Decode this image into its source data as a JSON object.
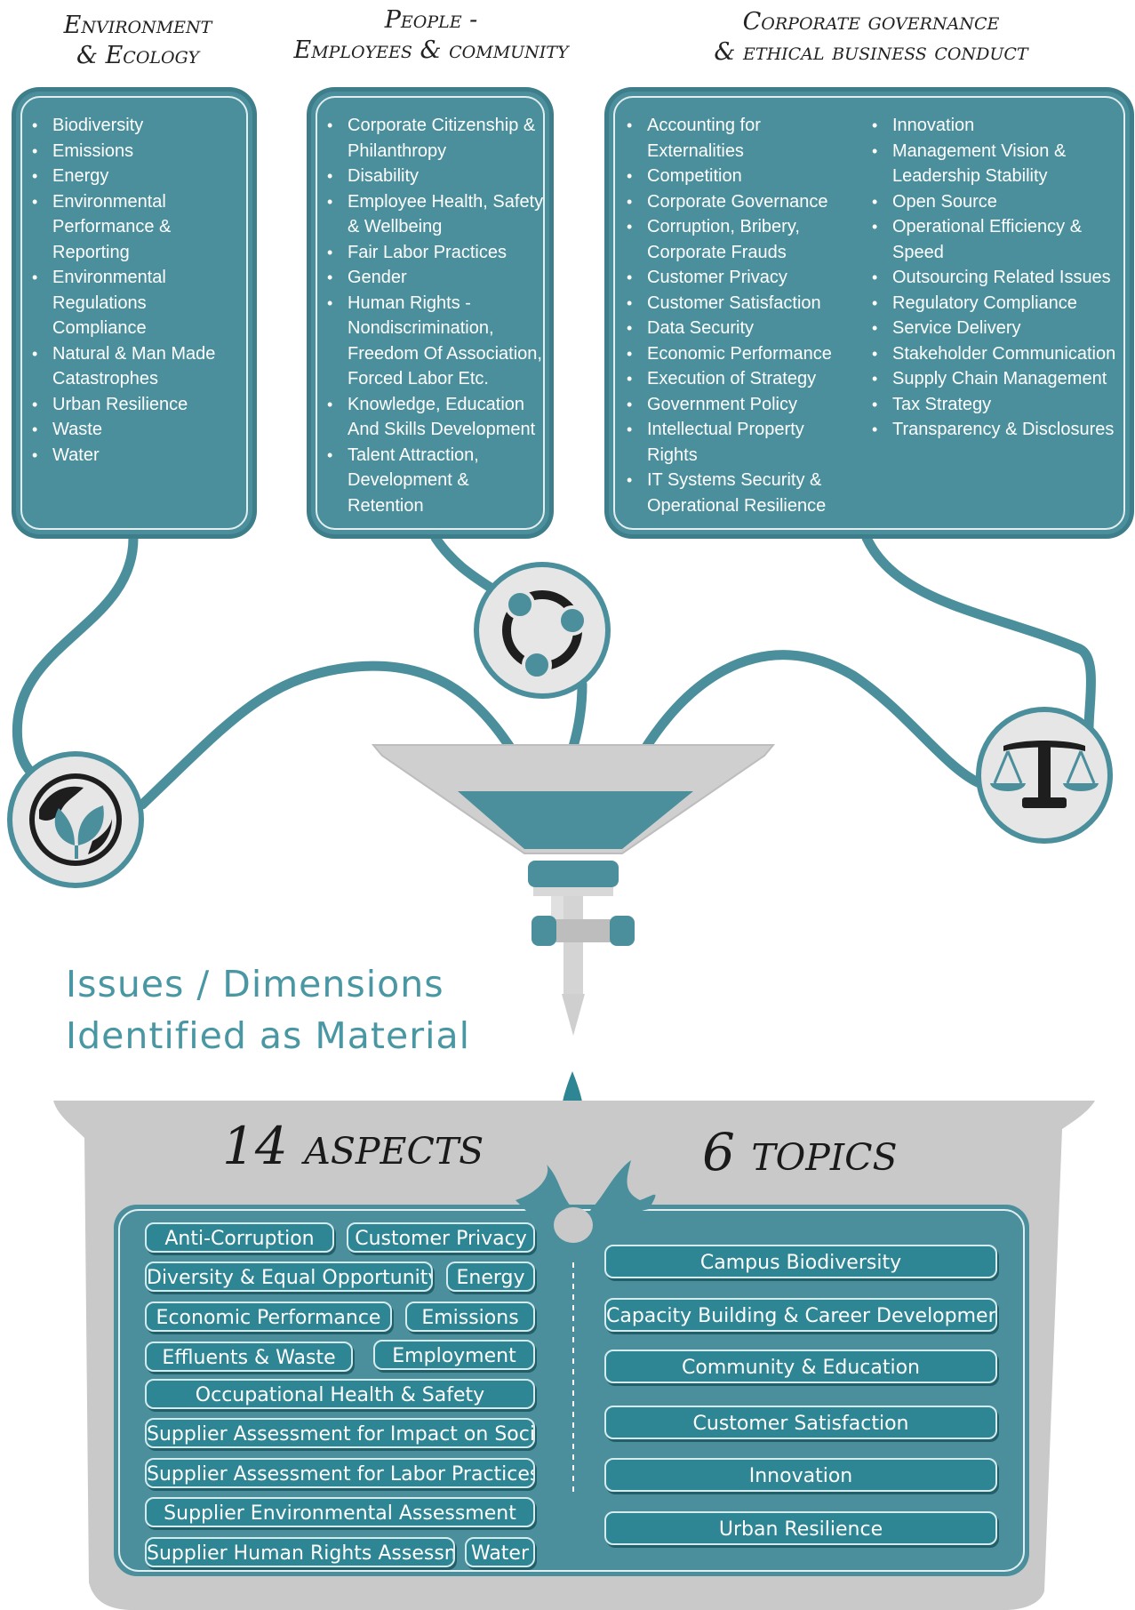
{
  "headers": {
    "env": [
      "Environment",
      "& Ecology"
    ],
    "people": [
      "People -",
      "Employees & community"
    ],
    "gov": [
      "Corporate governance",
      "& ethical business conduct"
    ]
  },
  "env_items": [
    "Biodiversity",
    "Emissions",
    "Energy",
    "Environmental Performance & Reporting",
    "Environmental Regulations Compliance",
    "Natural & Man Made Catastrophes",
    "Urban Resilience",
    "Waste",
    "Water"
  ],
  "people_items": [
    "Corporate Citizenship & Philanthropy",
    "Disability",
    "Employee Health, Safety & Wellbeing",
    "Fair Labor Practices",
    "Gender",
    "Human Rights - Nondiscrimination, Freedom Of Association, Forced Labor Etc.",
    "Knowledge, Education And Skills Development",
    "Talent Attraction, Development & Retention"
  ],
  "gov_items_col1": [
    "Accounting for Externalities",
    "Competition",
    "Corporate Governance",
    "Corruption, Bribery, Corporate Frauds",
    "Customer Privacy",
    "Customer Satisfaction",
    "Data Security",
    "Economic Performance",
    "Execution of Strategy",
    "Government Policy",
    "Intellectual Property Rights",
    "IT Systems Security & Operational Resilience"
  ],
  "gov_items_col2": [
    "Innovation",
    "Management Vision & Leadership Stability",
    "Open Source",
    "Operational Efficiency & Speed",
    "Outsourcing Related Issues",
    "Regulatory Compliance",
    "Service Delivery",
    "Stakeholder Communication",
    "Supply Chain Management",
    "Tax Strategy",
    "Transparency & Disclosures"
  ],
  "material_title": [
    "Issues / Dimensions",
    "Identified as Material"
  ],
  "aspects_title": "14 aspects",
  "topics_title": "6 topics",
  "aspects": [
    "Anti-Corruption",
    "Customer Privacy",
    "Diversity & Equal Opportunity",
    "Energy",
    "Economic Performance",
    "Emissions",
    "Effluents & Waste",
    "Employment",
    "Occupational Health & Safety",
    "Supplier Assessment for Impact on Society",
    "Supplier Assessment for Labor Practices",
    "Supplier Environmental Assessment",
    "Supplier Human Rights Assessment",
    "Water"
  ],
  "topics": [
    "Campus Biodiversity",
    "Capacity Building & Career Development",
    "Community & Education",
    "Customer Satisfaction",
    "Innovation",
    "Urban Resilience"
  ],
  "colors": {
    "teal": "#4a8f9b",
    "dark_teal": "#2e8593",
    "gray": "#c9c9c9"
  },
  "icons": [
    "leaf-globe-icon",
    "community-cycle-icon",
    "scales-icon"
  ]
}
